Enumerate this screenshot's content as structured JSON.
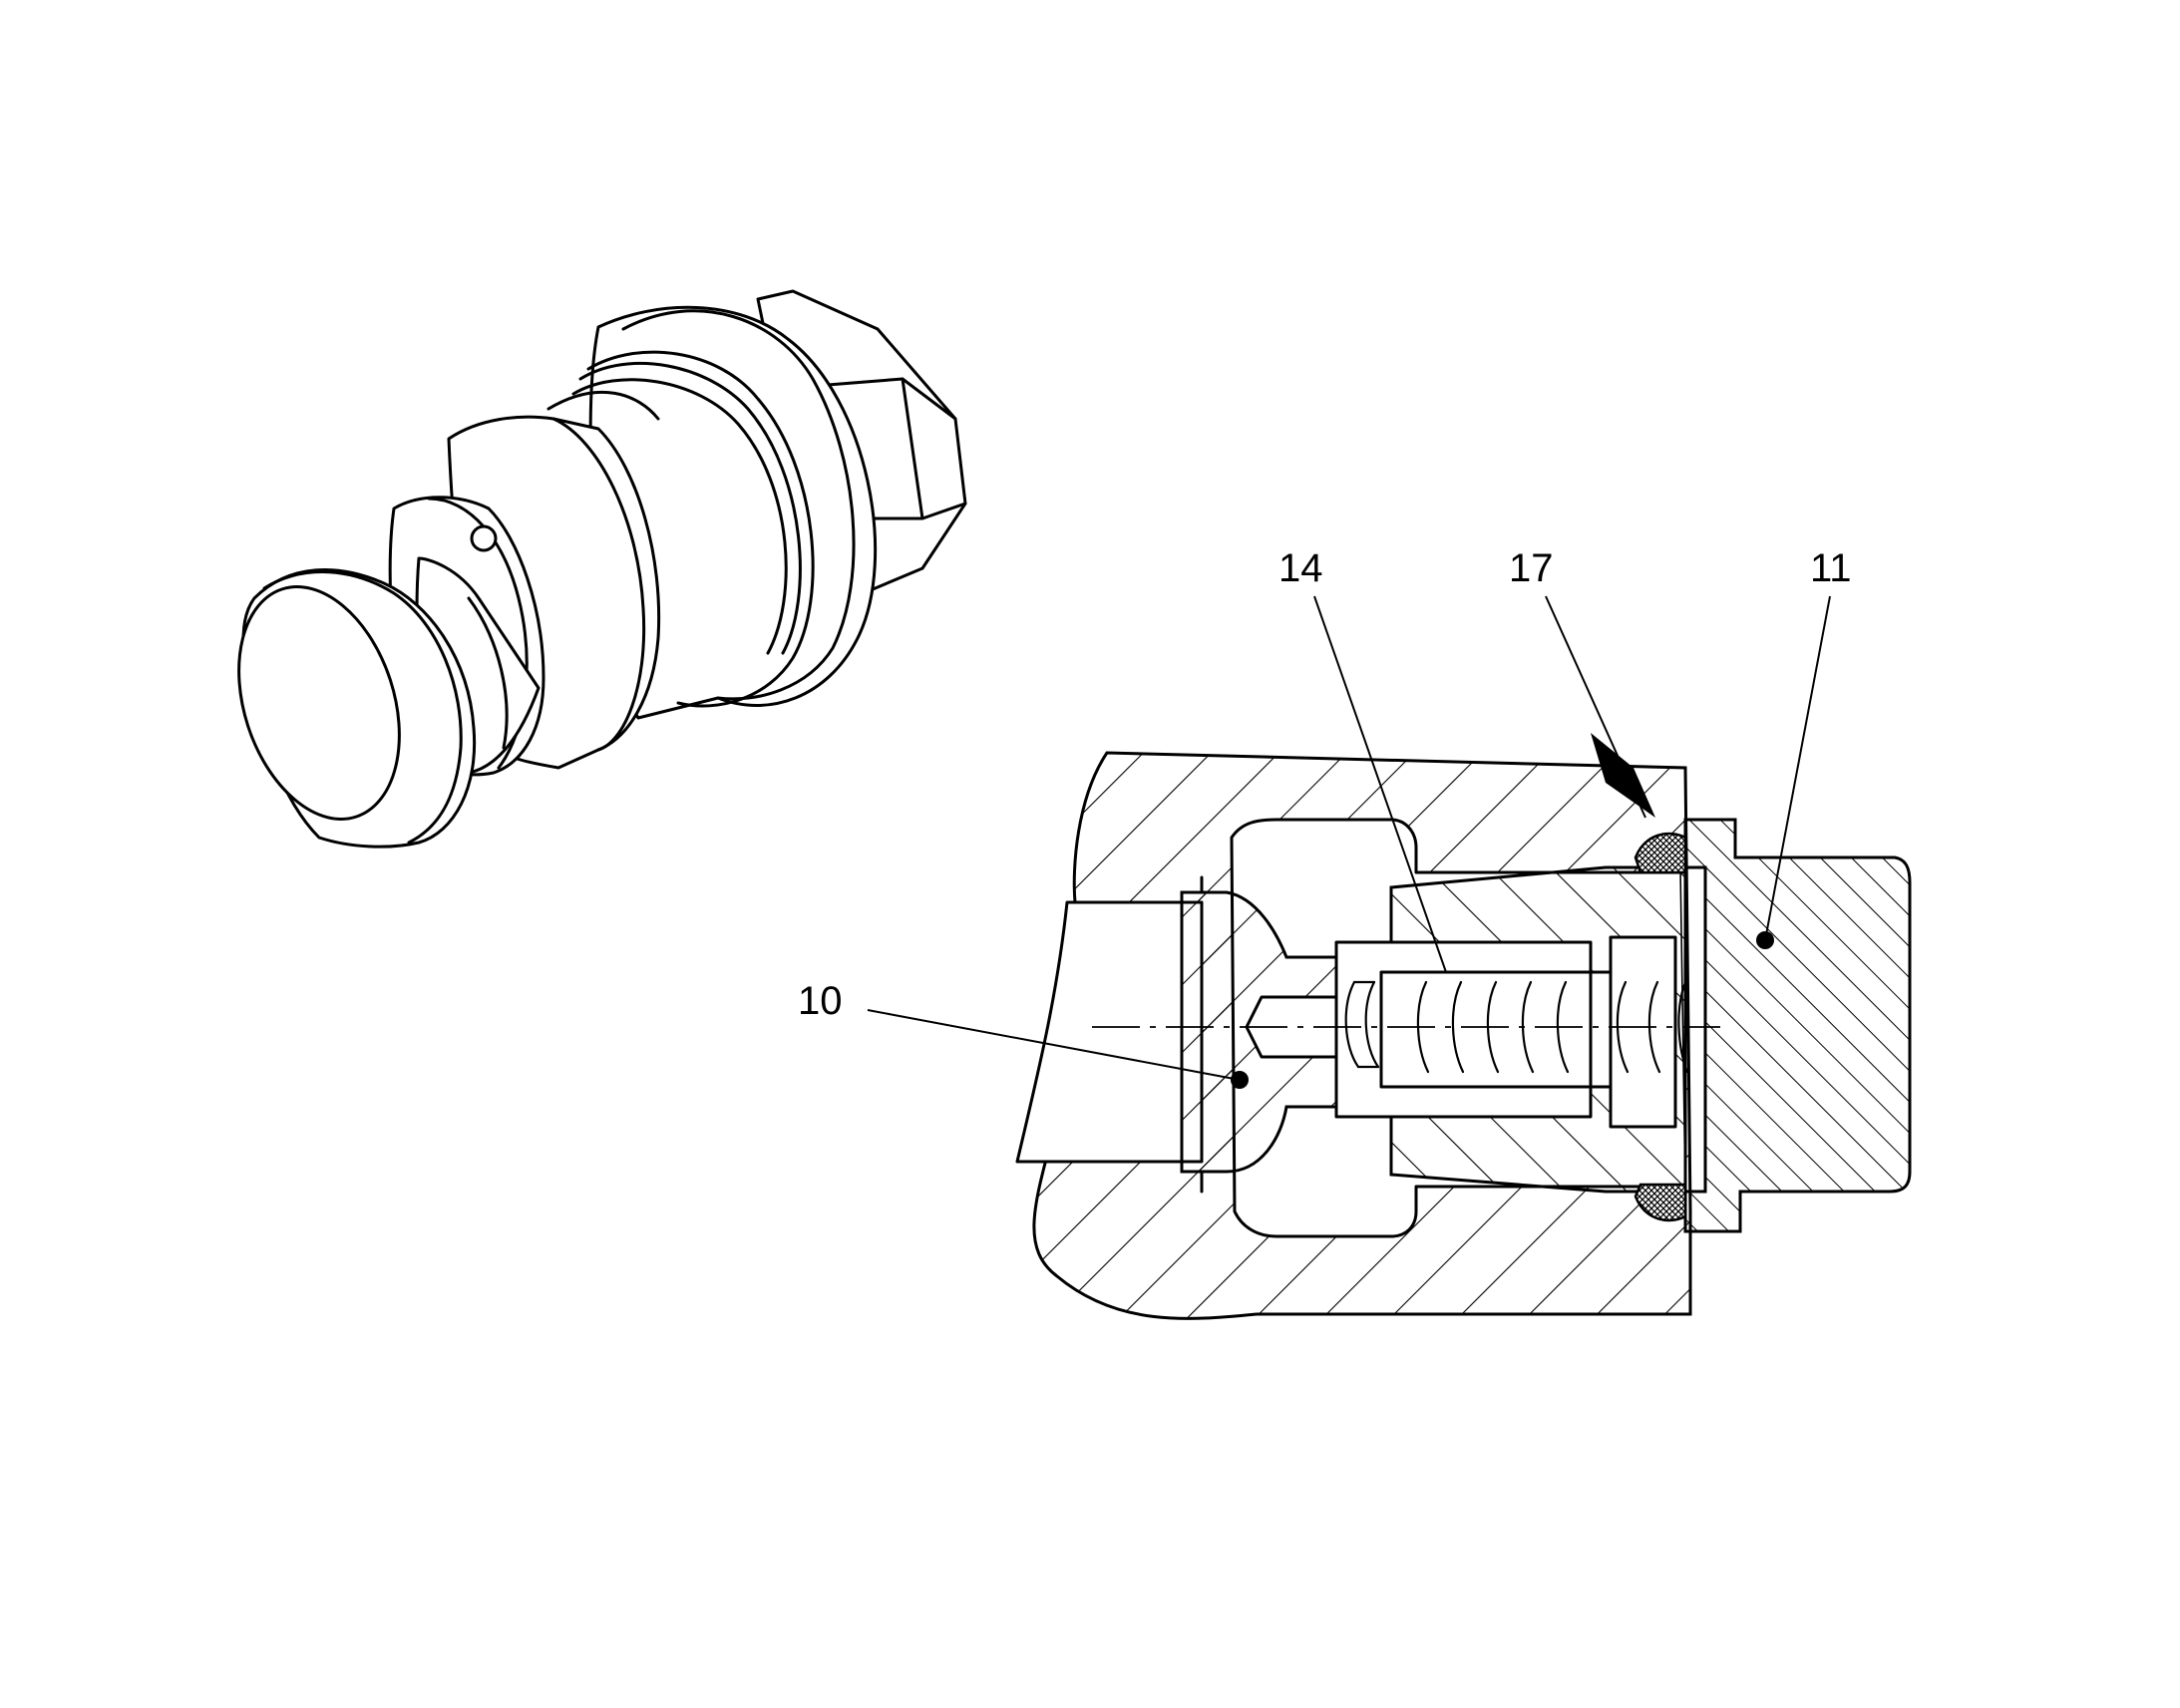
{
  "figure": {
    "callouts": [
      {
        "id": "label-14",
        "text": "14"
      },
      {
        "id": "label-17",
        "text": "17"
      },
      {
        "id": "label-11",
        "text": "11"
      },
      {
        "id": "label-10",
        "text": "10"
      }
    ]
  }
}
